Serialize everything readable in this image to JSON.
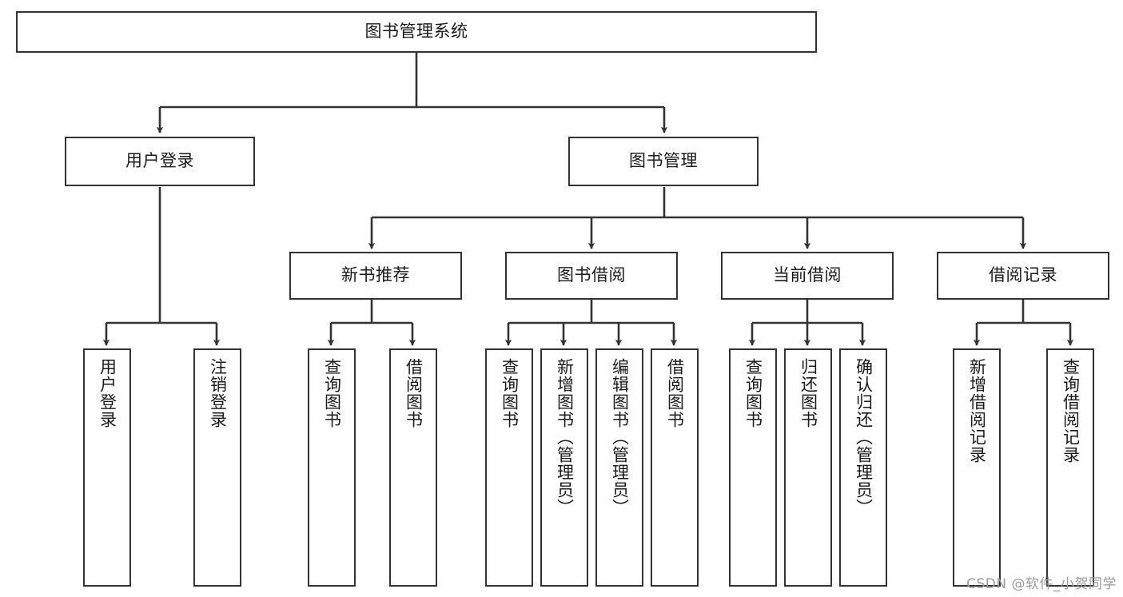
{
  "diagram": {
    "title": "图书管理系统",
    "watermark": "CSDN @软件_小贺同学",
    "colors": {
      "box_border": "#333333",
      "box_fill": "#ffffff",
      "connector": "#333333",
      "text": "#1a1a1a",
      "watermark": "#9a9a9a"
    },
    "levels": {
      "root": {
        "label": "图书管理系统"
      },
      "level1": [
        {
          "label": "用户登录"
        },
        {
          "label": "图书管理"
        }
      ],
      "level2": [
        {
          "label": "新书推荐"
        },
        {
          "label": "图书借阅"
        },
        {
          "label": "当前借阅"
        },
        {
          "label": "借阅记录"
        }
      ],
      "leaves": [
        {
          "label": "用户登录",
          "parent": "用户登录"
        },
        {
          "label": "注销登录",
          "parent": "用户登录"
        },
        {
          "label": "查询图书",
          "parent": "新书推荐"
        },
        {
          "label": "借阅图书",
          "parent": "新书推荐"
        },
        {
          "label": "查询图书",
          "parent": "图书借阅"
        },
        {
          "label": "新增图书（管理员）",
          "parent": "图书借阅"
        },
        {
          "label": "编辑图书（管理员）",
          "parent": "图书借阅"
        },
        {
          "label": "借阅图书",
          "parent": "图书借阅"
        },
        {
          "label": "查询图书",
          "parent": "当前借阅"
        },
        {
          "label": "归还图书",
          "parent": "当前借阅"
        },
        {
          "label": "确认归还（管理员）",
          "parent": "当前借阅"
        },
        {
          "label": "新增借阅记录",
          "parent": "借阅记录"
        },
        {
          "label": "查询借阅记录",
          "parent": "借阅记录"
        }
      ]
    }
  }
}
